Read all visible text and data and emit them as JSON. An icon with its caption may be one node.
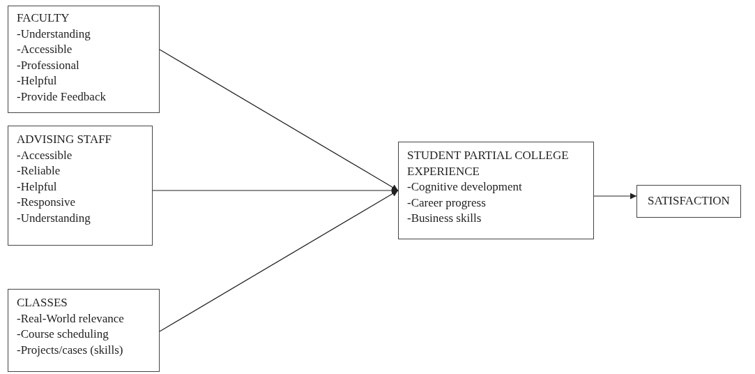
{
  "diagram": {
    "nodes": [
      {
        "text": [
          "FACULTY",
          "-Understanding",
          "-Accessible",
          "-Professional",
          "-Helpful",
          "-Provide Feedback"
        ]
      },
      {
        "text": [
          "ADVISING STAFF",
          "-Accessible",
          "-Reliable",
          "-Helpful",
          "-Responsive",
          "-Understanding"
        ]
      },
      {
        "text": [
          "CLASSES",
          "-Real-World relevance",
          "-Course scheduling",
          "-Projects/cases (skills)"
        ]
      },
      {
        "text": [
          "STUDENT PARTIAL COLLEGE EXPERIENCE",
          "-Cognitive development",
          "-Career progress",
          "-Business skills"
        ]
      },
      {
        "text": [
          "SATISFACTION"
        ]
      }
    ],
    "edges": [
      {
        "from": 0,
        "to": 3,
        "arrow": "to"
      },
      {
        "from": 1,
        "to": 3,
        "arrow": "to"
      },
      {
        "from": 2,
        "to": 3,
        "arrow": "to"
      },
      {
        "from": 3,
        "to": 4,
        "arrow": "to"
      }
    ]
  }
}
